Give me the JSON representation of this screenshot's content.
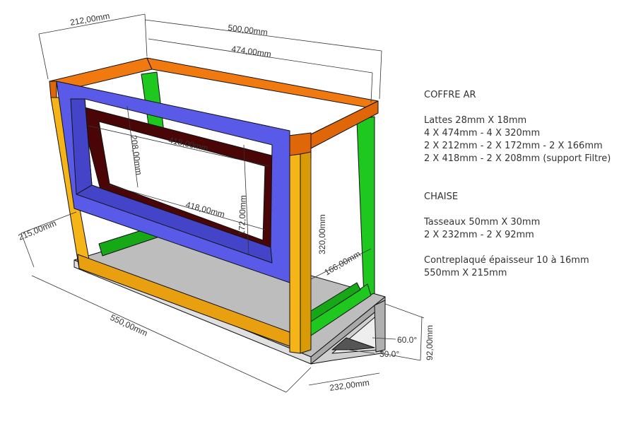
{
  "dimensions": {
    "depth_top": "212,00mm",
    "length_top": "500,00mm",
    "inner_length": "474,00mm",
    "filter_width": "418,00mm",
    "filter_width_lower": "418,00mm",
    "filter_height": "208,00mm",
    "side_height": "172,00mm",
    "post_height": "320,00mm",
    "side_depth": "166,00mm",
    "base_depth": "215,00mm",
    "base_length": "550,00mm",
    "chair_length": "232,00mm",
    "chair_height": "92,00mm",
    "angle_top": "60.0°",
    "angle_bottom": "30.0°"
  },
  "notes": {
    "coffre_title": "COFFRE AR",
    "coffre_lines": [
      "Lattes 28mm X 18mm",
      "4 X 474mm - 4 X 320mm",
      "2 X 212mm - 2 X 172mm - 2 X 166mm",
      "2 X 418mm - 2 X 208mm (support Filtre)"
    ],
    "chaise_title": "CHAISE",
    "chaise_lines": [
      "Tasseaux 50mm X 30mm",
      "2 X 232mm - 2 X 92mm"
    ],
    "plywood_lines": [
      "Contreplaqué épaisseur 10 à 16mm",
      "550mm X 215mm"
    ]
  },
  "colors": {
    "orange": "#f07a10",
    "blue": "#5a5ae8",
    "yellow": "#f5b418",
    "green": "#1ec81e",
    "maroon": "#4a0606",
    "gray": "#c8c8c8"
  }
}
